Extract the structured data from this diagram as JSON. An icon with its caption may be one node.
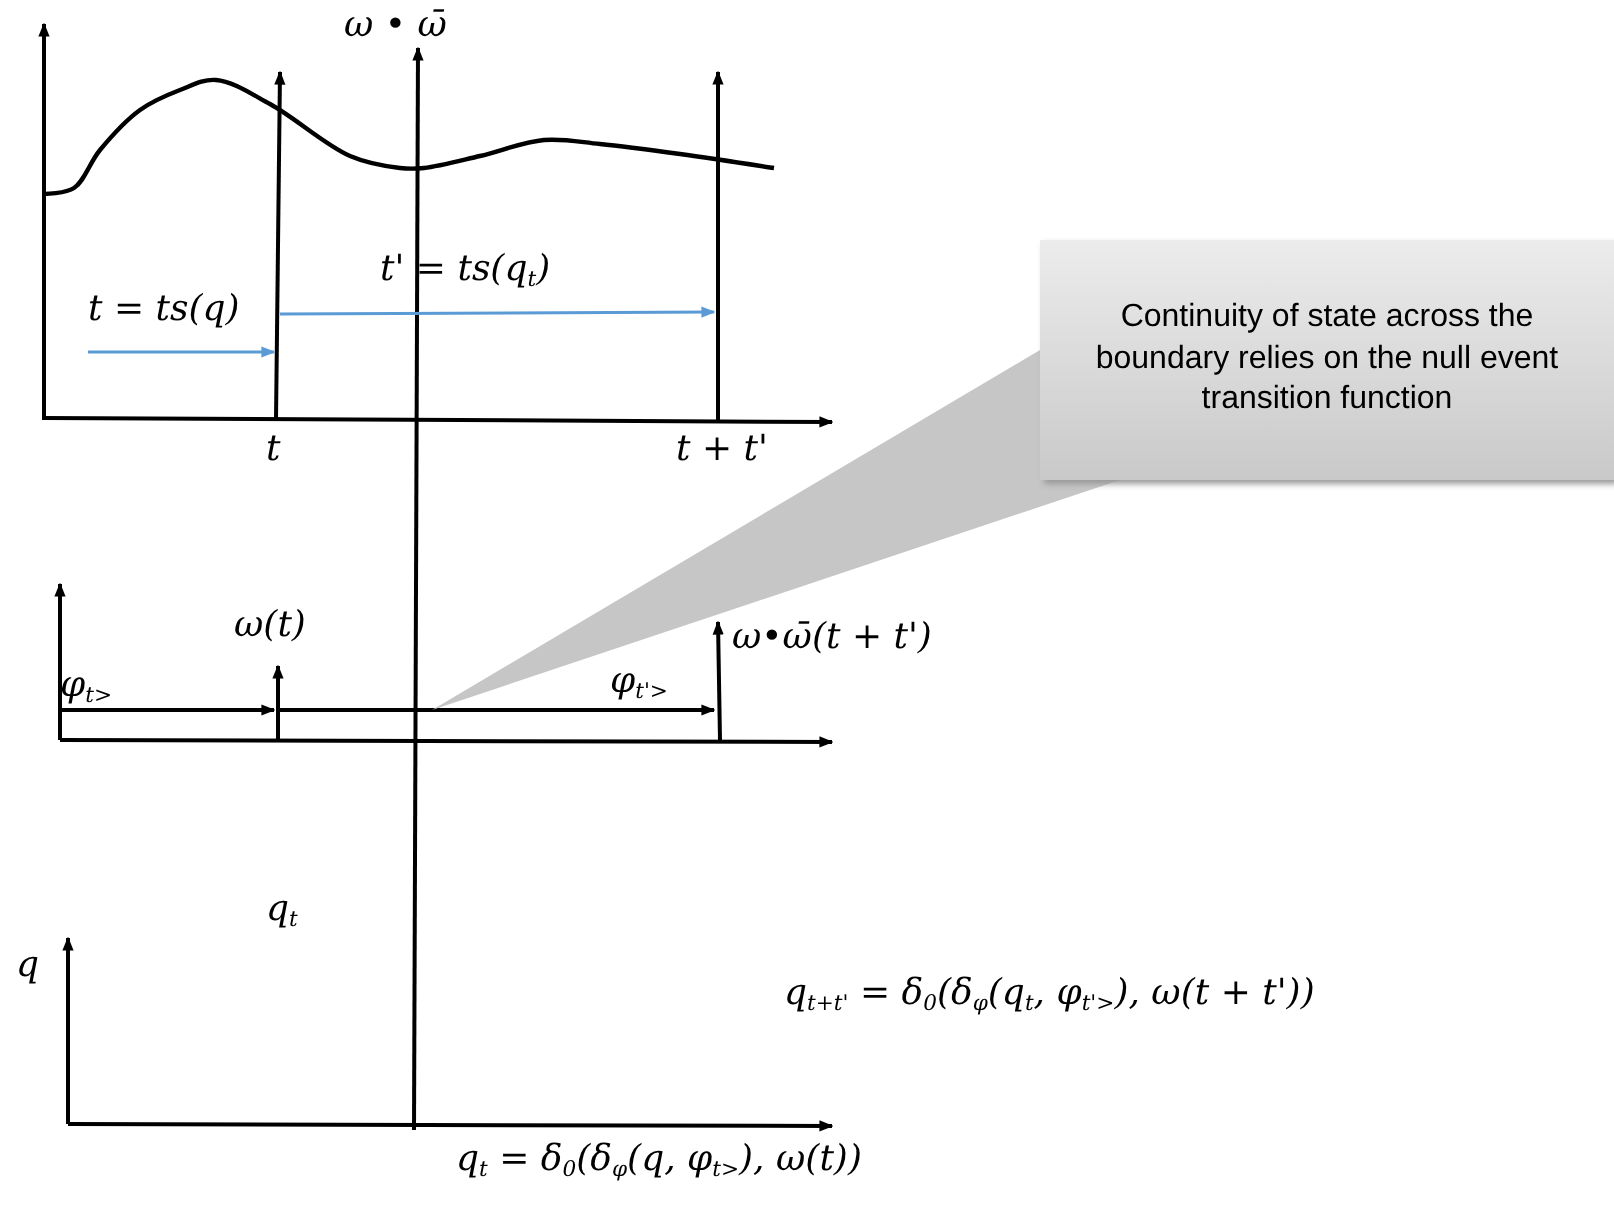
{
  "diagram": {
    "nodes": [
      {
        "text": [
          "Continuity of state across the boundary relies on the null event transition function"
        ]
      }
    ],
    "labels": [
      "ω • ω̄",
      "t' = ts(q$_{t}$)",
      "t = ts(q)",
      "t",
      "t + t'",
      "ω(t)",
      "ω•ω̄(t + t')",
      "φ$_{t>}$",
      "φ$_{t'>}$",
      "q$_{t}$",
      "q",
      "q$_{t+t'}$ = δ$_{0}$(δ$_{φ}$(q$_{t}$, φ$_{t'>}$), ω(t + t'))",
      "q$_{t}$ = δ$_{0}$(δ$_{φ}$(q, φ$_{t>}$), ω(t))"
    ]
  }
}
